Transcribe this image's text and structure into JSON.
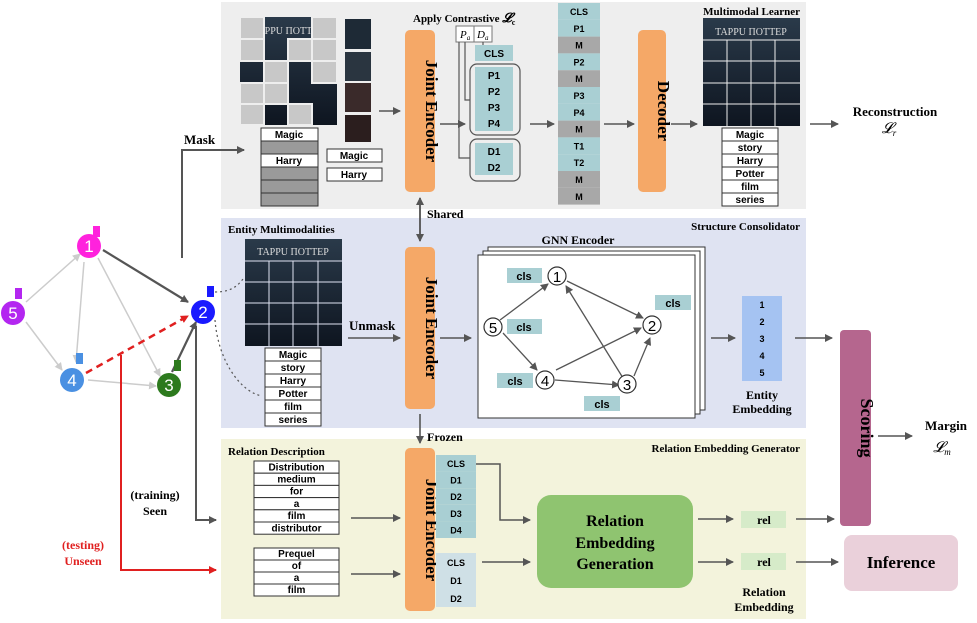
{
  "panels": {
    "multimodal_learner": "Multimodal Learner",
    "structure_consolidator": "Structure Consolidator",
    "relation_embedding_generator": "Relation Embedding Generator"
  },
  "graph": {
    "nodes": [
      "1",
      "2",
      "3",
      "4",
      "5"
    ],
    "colors": {
      "n1": "#ff22dd",
      "n2": "#1a1aff",
      "n3": "#2d7a1e",
      "n4": "#4a90e2",
      "n5": "#b326f0"
    }
  },
  "labels": {
    "mask": "Mask",
    "shared": "Shared",
    "unmask": "Unmask",
    "frozen": "Frozen",
    "training_seen_1": "(training)",
    "training_seen_2": "Seen",
    "testing_unseen_1": "(testing)",
    "testing_unseen_2": "Unseen",
    "entity_multimodalities": "Entity Multimodalities",
    "relation_description": "Relation Description",
    "apply_contrastive": "Apply Contrastive",
    "contrastive_symbol": "𝓛",
    "contrastive_sub": "c",
    "pa": "P",
    "pa_sub": "a",
    "da": "D",
    "da_sub": "a",
    "gnn_encoder": "GNN Encoder",
    "entity_embedding_1": "Entity",
    "entity_embedding_2": "Embedding",
    "relation_embedding_1": "Relation",
    "relation_embedding_2": "Embedding",
    "reconstruction": "Reconstruction",
    "reconstruction_symbol": "𝓛",
    "reconstruction_sub": "r",
    "margin": "Margin",
    "margin_symbol": "𝓛",
    "margin_sub": "m"
  },
  "blocks": {
    "joint_encoder": "Joint Encoder",
    "decoder": "Decoder",
    "scoring": "Scoring",
    "relation_gen_1": "Relation",
    "relation_gen_2": "Embedding",
    "relation_gen_3": "Generation",
    "inference": "Inference"
  },
  "poster_text": "TAPPU ΠOTTEP",
  "masked_text_top": [
    "Magic",
    "",
    "Harry",
    "",
    ""
  ],
  "masked_text_side": [
    "Magic",
    "Harry"
  ],
  "entity_text": [
    "Magic",
    "story",
    "Harry",
    "Potter",
    "film",
    "series"
  ],
  "recon_text": [
    "Magic",
    "story",
    "Harry",
    "Potter",
    "film",
    "series"
  ],
  "contrastive": {
    "cls": "CLS",
    "p_tokens": [
      "P1",
      "P2",
      "P3",
      "P4"
    ],
    "d_tokens": [
      "D1",
      "D2"
    ]
  },
  "token_column": [
    "CLS",
    "P1",
    "M",
    "P2",
    "M",
    "P3",
    "P4",
    "M",
    "T1",
    "T2",
    "M",
    "M"
  ],
  "gnn": {
    "cls": "cls",
    "nodes": [
      "1",
      "2",
      "3",
      "4",
      "5"
    ]
  },
  "entity_embedding_values": [
    "1",
    "2",
    "3",
    "4",
    "5"
  ],
  "relation_seen": [
    "Distribution",
    "medium",
    "for",
    "a",
    "film",
    "distributor"
  ],
  "relation_unseen": [
    "Prequel",
    "of",
    "a",
    "film"
  ],
  "rel_tokens_seen": [
    "CLS",
    "D1",
    "D2",
    "D3",
    "D4"
  ],
  "rel_tokens_unseen": [
    "CLS",
    "D1",
    "D2"
  ],
  "rel_out": "rel"
}
